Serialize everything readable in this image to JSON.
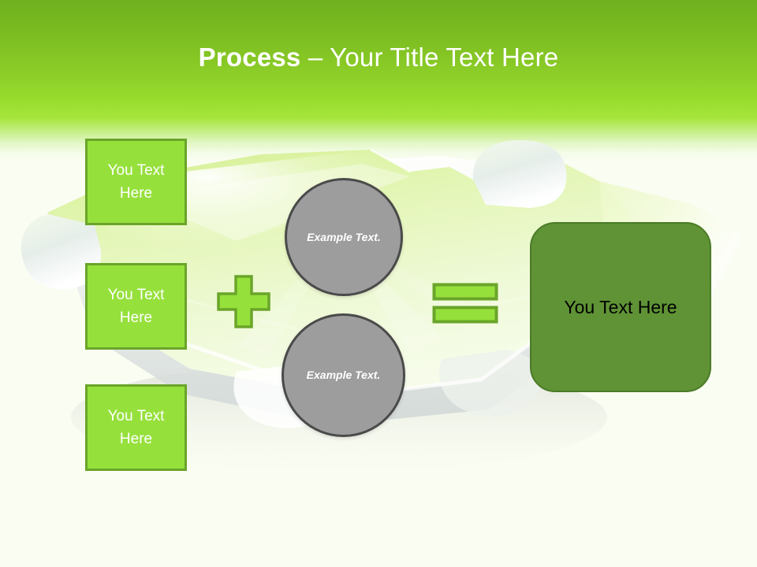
{
  "slide": {
    "title": {
      "bold_part": "Process",
      "rest_part": " – Your Title Text Here"
    },
    "colors": {
      "header_top": "#6fb11f",
      "header_bright": "#9ade2f",
      "slide_background": "#fafdf2",
      "box_fill": "#96e03c",
      "box_border": "#6aa52a",
      "circle_fill": "#9d9d9d",
      "circle_border": "#4a4a4a",
      "result_fill": "#5f9335",
      "result_border": "#4b7a28",
      "title_text": "#ffffff",
      "result_text": "#000000"
    }
  },
  "inputs": [
    {
      "label": "You Text Here"
    },
    {
      "label": "You Text Here"
    },
    {
      "label": "You Text Here"
    }
  ],
  "operators": {
    "plus": "plus-sign",
    "equals": "equals-sign"
  },
  "circles": [
    {
      "label": "Example Text."
    },
    {
      "label": "Example Text."
    }
  ],
  "result": {
    "label": "You Text Here"
  },
  "background": {
    "artwork": "puzzle-piece-illustration"
  }
}
